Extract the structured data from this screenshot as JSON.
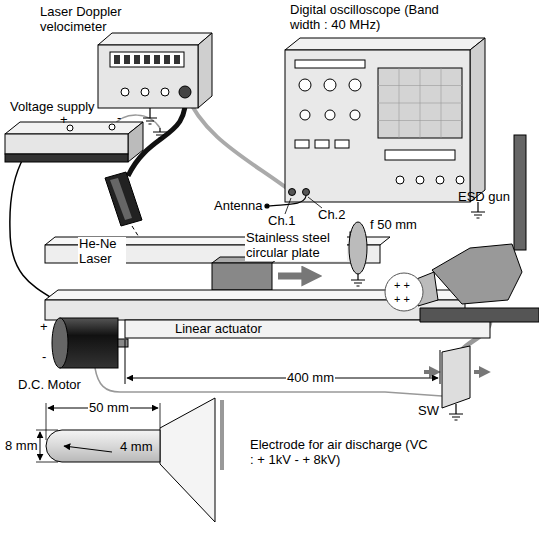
{
  "diagram": {
    "labels": [
      "Laser Doppler velocimeter",
      "Digital oscilloscope (Band width : 40 MHz)",
      "Voltage supply",
      "+",
      "-",
      "Antenna",
      "Ch.1",
      "Ch.2",
      "ESD gun",
      "Stainless steel circular plate",
      "f 50 mm",
      "He-Ne Laser",
      "+ +",
      "+ +",
      "D.C. Motor",
      "+",
      "-",
      "Linear actuator",
      "400 mm",
      "SW",
      "50 mm",
      "8 mm",
      "4 mm",
      "Electrode for air discharge (VC : + 1kV - + 8kV)"
    ]
  }
}
